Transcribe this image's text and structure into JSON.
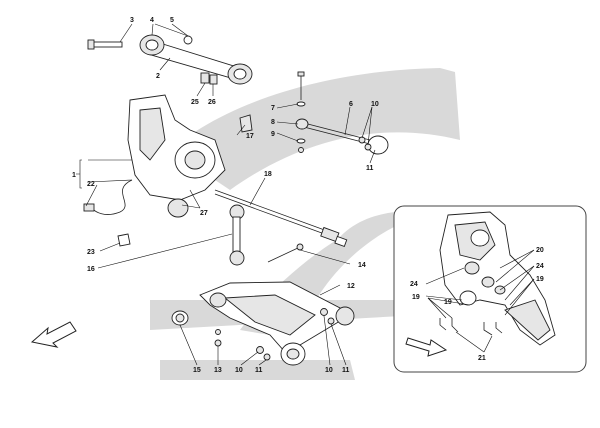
{
  "diagram": {
    "callouts": {
      "p3": "3",
      "p4": "4",
      "p5": "5",
      "p2": "2",
      "p25": "25",
      "p26": "26",
      "p7": "7",
      "p6": "6",
      "p10a": "10",
      "p8": "8",
      "p9": "9",
      "p11a": "11",
      "p17": "17",
      "p1": "1",
      "p22": "22",
      "p18": "18",
      "p27": "27",
      "p23": "23",
      "p16": "16",
      "p14": "14",
      "p12": "12",
      "p15": "15",
      "p13": "13",
      "p10b": "10",
      "p11b": "11",
      "p10c": "10",
      "p11c": "11"
    },
    "inset": {
      "callouts": {
        "p20": "20",
        "p24a": "24",
        "p24b": "24",
        "p19a": "19",
        "p19b": "19",
        "p19c": "19",
        "p21": "21"
      }
    },
    "colors": {
      "line": "#222222",
      "watermark": "#d9d9d9",
      "inset_border": "#444444"
    },
    "icons": {
      "orientation_arrow": "arrow-down-left-icon",
      "inset_arrow": "arrow-down-right-icon"
    }
  }
}
